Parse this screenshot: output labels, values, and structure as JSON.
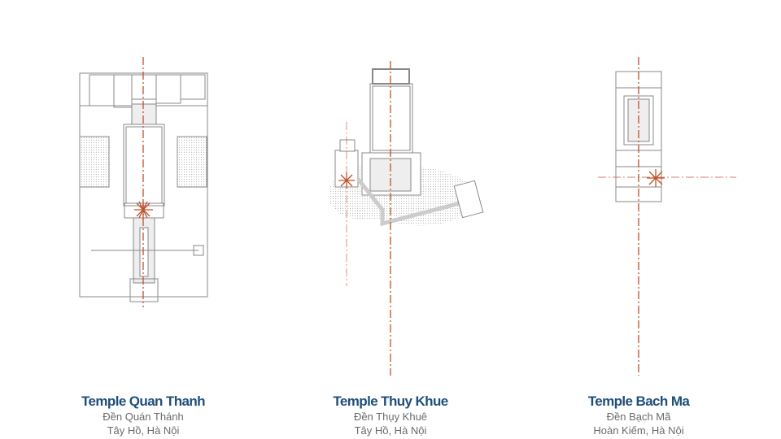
{
  "temples": [
    {
      "title": "Temple Quan Thanh",
      "vietnamese_name": "Đền Quán Thánh",
      "location": "Tây Hồ, Hà Nội"
    },
    {
      "title": "Temple Thuy Khue",
      "vietnamese_name": "Đền Thụy Khuê",
      "location": "Tây Hồ, Hà Nội"
    },
    {
      "title": "Temple Bach Ma",
      "vietnamese_name": "Đền Bạch Mã",
      "location": "Hoàn Kiếm, Hà Nội"
    }
  ],
  "colors": {
    "title": "#1f4e79",
    "axis": "#c0502a",
    "plan": "#777777"
  }
}
